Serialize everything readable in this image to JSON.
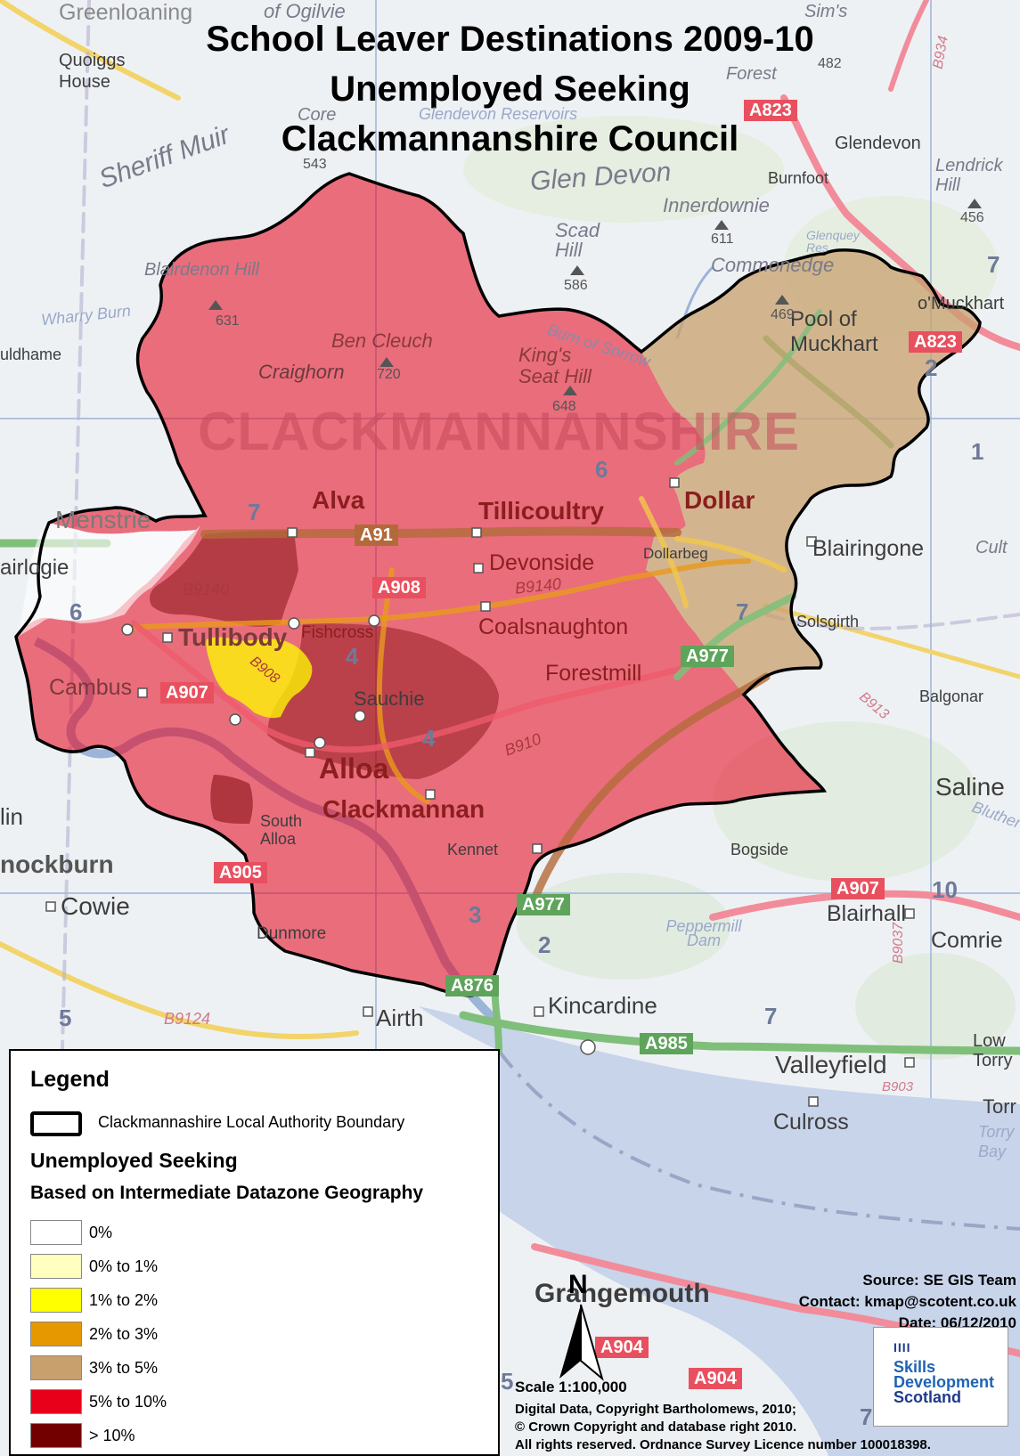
{
  "title": {
    "line1": "School Leaver Destinations 2009-10",
    "line2": "Unemployed Seeking",
    "line3": "Clackmannanshire Council"
  },
  "colors": {
    "background_map": "#f1f3f6",
    "unemployed_0": "#ffffff",
    "unemployed_0_1": "#ffffc0",
    "unemployed_1_2": "#ffff00",
    "unemployed_2_3": "#e69800",
    "unemployed_3_5": "#c8a06e",
    "unemployed_5_10": "#e8001a",
    "unemployed_gt10": "#730000",
    "boundary": "#000000"
  },
  "map": {
    "region_label": "CLACKMANNANSHIRE",
    "towns": [
      "Alva",
      "Tillicoultry",
      "Dollar",
      "Alloa",
      "Clackmannan",
      "Tullibody",
      "Sauchie"
    ],
    "places": [
      "Greenloaning",
      "of Ogilvie",
      "Sim's",
      "Quoiggs House",
      "Forest",
      "Sheriff Muir",
      "Core",
      "Glendevon",
      "Glen Devon",
      "Lendrick Hill",
      "Burnfoot",
      "Innerdownie",
      "Scad Hill",
      "Commonedge",
      "Blairdenon Hill",
      "Pool of Muckhart",
      "Ben Cleuch",
      "Craighorn",
      "King's Seat Hill",
      "Menstrie",
      "Devonside",
      "Blairingone",
      "Dollarbeg",
      "Coalsnaughton",
      "Fishcross",
      "Solsgirth",
      "Cambus",
      "Forestmill",
      "Balgonar",
      "Saline",
      "Bogside",
      "South Alloa",
      "Kennet",
      "Cowie",
      "Dunmore",
      "Blairhall",
      "Comrie",
      "Kincardine",
      "Airth",
      "Valleyfield",
      "Culross",
      "Low Torry",
      "Grangemouth",
      "nockburn",
      "lin",
      "airlogie",
      "uldhame",
      "Cult",
      "Torry Bay",
      "Peppermill Dam",
      "Wharry Burn",
      "Burn of Sorrow",
      "Glendevon Reservoirs",
      "o'Muckhart",
      "Torr",
      "Glenquey Res",
      "Bluther"
    ],
    "hills": [
      {
        "name": "543"
      },
      {
        "name": "611"
      },
      {
        "name": "456"
      },
      {
        "name": "586"
      },
      {
        "name": "469"
      },
      {
        "name": "631"
      },
      {
        "name": "720"
      },
      {
        "name": "648"
      },
      {
        "name": "482"
      }
    ],
    "roads": {
      "a823": "A823",
      "a823b": "A823",
      "a91": "A91",
      "a908": "A908",
      "a907": "A907",
      "a907b": "A907",
      "a977": "A977",
      "a977b": "A977",
      "a905": "A905",
      "a876": "A876",
      "a985": "A985",
      "a904": "A904",
      "a904b": "A904",
      "b9140": "B9140",
      "b9140b": "B9140",
      "b908": "B908",
      "b910": "B910",
      "b913": "B913",
      "b9124": "B9124",
      "b9037": "B9037",
      "b934": "B934",
      "b903": "B903"
    },
    "grid_numbers": [
      "7",
      "6",
      "7",
      "6",
      "7",
      "4",
      "4",
      "3",
      "2",
      "10",
      "5",
      "7",
      "2",
      "1",
      "5",
      "7"
    ]
  },
  "legend": {
    "title": "Legend",
    "boundary_label": "Clackmannashire Local Authority Boundary",
    "subtitle1": "Unemployed Seeking",
    "subtitle2": "Based on Intermediate Datazone Geography",
    "classes": [
      {
        "label": "0%",
        "color": "#ffffff"
      },
      {
        "label": "0% to 1%",
        "color": "#ffffc0"
      },
      {
        "label": "1% to 2%",
        "color": "#ffff00"
      },
      {
        "label": "2% to 3%",
        "color": "#e69800"
      },
      {
        "label": "3% to 5%",
        "color": "#c8a06e"
      },
      {
        "label": "5% to 10%",
        "color": "#e8001a"
      },
      {
        "label": "> 10%",
        "color": "#730000"
      }
    ]
  },
  "north_arrow": "N",
  "scale": "Scale 1:100,000",
  "source": {
    "line1": "Source: SE GIS Team",
    "line2": "Contact: kmap@scotent.co.uk",
    "line3": "Date: 06/12/2010"
  },
  "copyright": {
    "line1": "Digital Data, Copyright Bartholomews, 2010;",
    "line2": "© Crown Copyright and database right 2010.",
    "line3": "All rights reserved. Ordnance Survey Licence number 100018398."
  },
  "logo": {
    "bars": "IIII",
    "line1": "Skills",
    "line2": "Development",
    "line3": "Scotland"
  }
}
